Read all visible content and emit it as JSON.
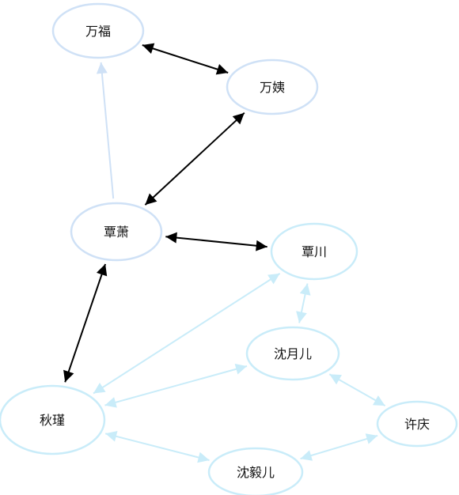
{
  "colors": {
    "background": "#ffffff",
    "black_edge": "#000000",
    "blue_node": "#cfe1f6",
    "cyan_node": "#c9ecf9",
    "blue_edge": "#cfe1f6",
    "cyan_edge": "#c9ecf9"
  },
  "nodes": [
    {
      "id": "wanfu",
      "label": "万福",
      "color": "blue"
    },
    {
      "id": "wanyi",
      "label": "万姨",
      "color": "blue"
    },
    {
      "id": "tanxiao",
      "label": "覃萧",
      "color": "blue"
    },
    {
      "id": "tanchuan",
      "label": "覃川",
      "color": "cyan"
    },
    {
      "id": "shenyueer",
      "label": "沈月儿",
      "color": "cyan"
    },
    {
      "id": "qiujin",
      "label": "秋瑾",
      "color": "cyan"
    },
    {
      "id": "xuqing",
      "label": "许庆",
      "color": "cyan"
    },
    {
      "id": "shenyier",
      "label": "沈毅儿",
      "color": "cyan"
    }
  ],
  "edges": [
    {
      "from": "wanfu",
      "to": "wanyi",
      "color": "black",
      "bidirectional": true
    },
    {
      "from": "wanyi",
      "to": "tanxiao",
      "color": "black",
      "bidirectional": true
    },
    {
      "from": "tanxiao",
      "to": "wanfu",
      "color": "blue",
      "bidirectional": false
    },
    {
      "from": "tanxiao",
      "to": "tanchuan",
      "color": "black",
      "bidirectional": true
    },
    {
      "from": "tanxiao",
      "to": "qiujin",
      "color": "black",
      "bidirectional": true
    },
    {
      "from": "tanchuan",
      "to": "shenyueer",
      "color": "cyan",
      "bidirectional": true
    },
    {
      "from": "tanchuan",
      "to": "qiujin",
      "color": "cyan",
      "bidirectional": true
    },
    {
      "from": "shenyueer",
      "to": "qiujin",
      "color": "cyan",
      "bidirectional": true
    },
    {
      "from": "shenyueer",
      "to": "xuqing",
      "color": "cyan",
      "bidirectional": true
    },
    {
      "from": "xuqing",
      "to": "shenyier",
      "color": "cyan",
      "bidirectional": true
    },
    {
      "from": "qiujin",
      "to": "shenyier",
      "color": "cyan",
      "bidirectional": true
    }
  ]
}
